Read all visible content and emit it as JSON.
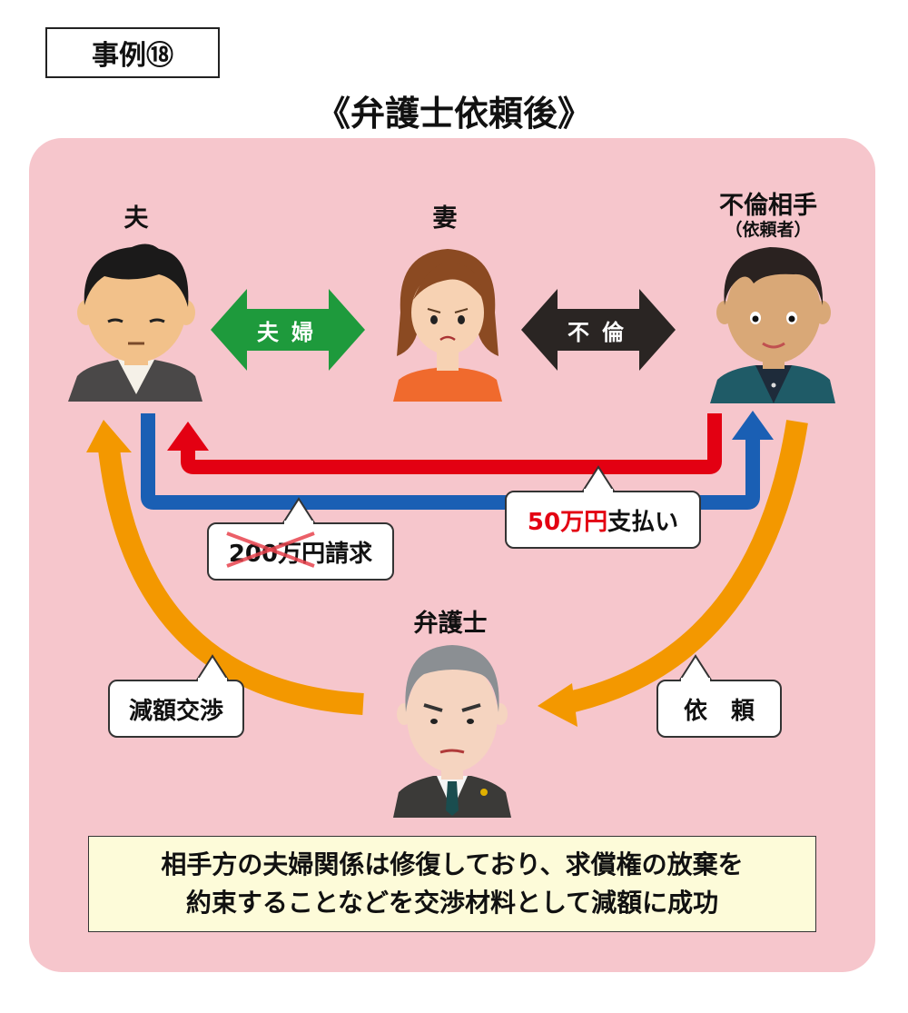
{
  "case_label": "事例⑱",
  "title": "《弁護士依頼後》",
  "people": {
    "husband": "夫",
    "wife": "妻",
    "partner": "不倫相手",
    "partner_sub": "（依頼者）",
    "lawyer": "弁護士"
  },
  "relations": {
    "marriage": "夫婦",
    "affair": "不倫"
  },
  "bubbles": {
    "claim_amount": "200万円",
    "claim_suffix": "請求",
    "payment_amount": "50万円",
    "payment_suffix": "支払い",
    "negotiation": "減額交渉",
    "request": "依　頼"
  },
  "note": {
    "line1": "相手方の夫婦関係は修復しており、求償権の放棄を",
    "line2": "約束することなどを交渉材料として減額に成功"
  },
  "colors": {
    "panel": "#f6c6cc",
    "marriage_arrow": "#1e9a3c",
    "affair_arrow": "#2a2523",
    "claim_line": "#1a5fb4",
    "payment_line": "#e30012",
    "orange_arrow": "#f39800",
    "note_bg": "#fdfbd9"
  }
}
